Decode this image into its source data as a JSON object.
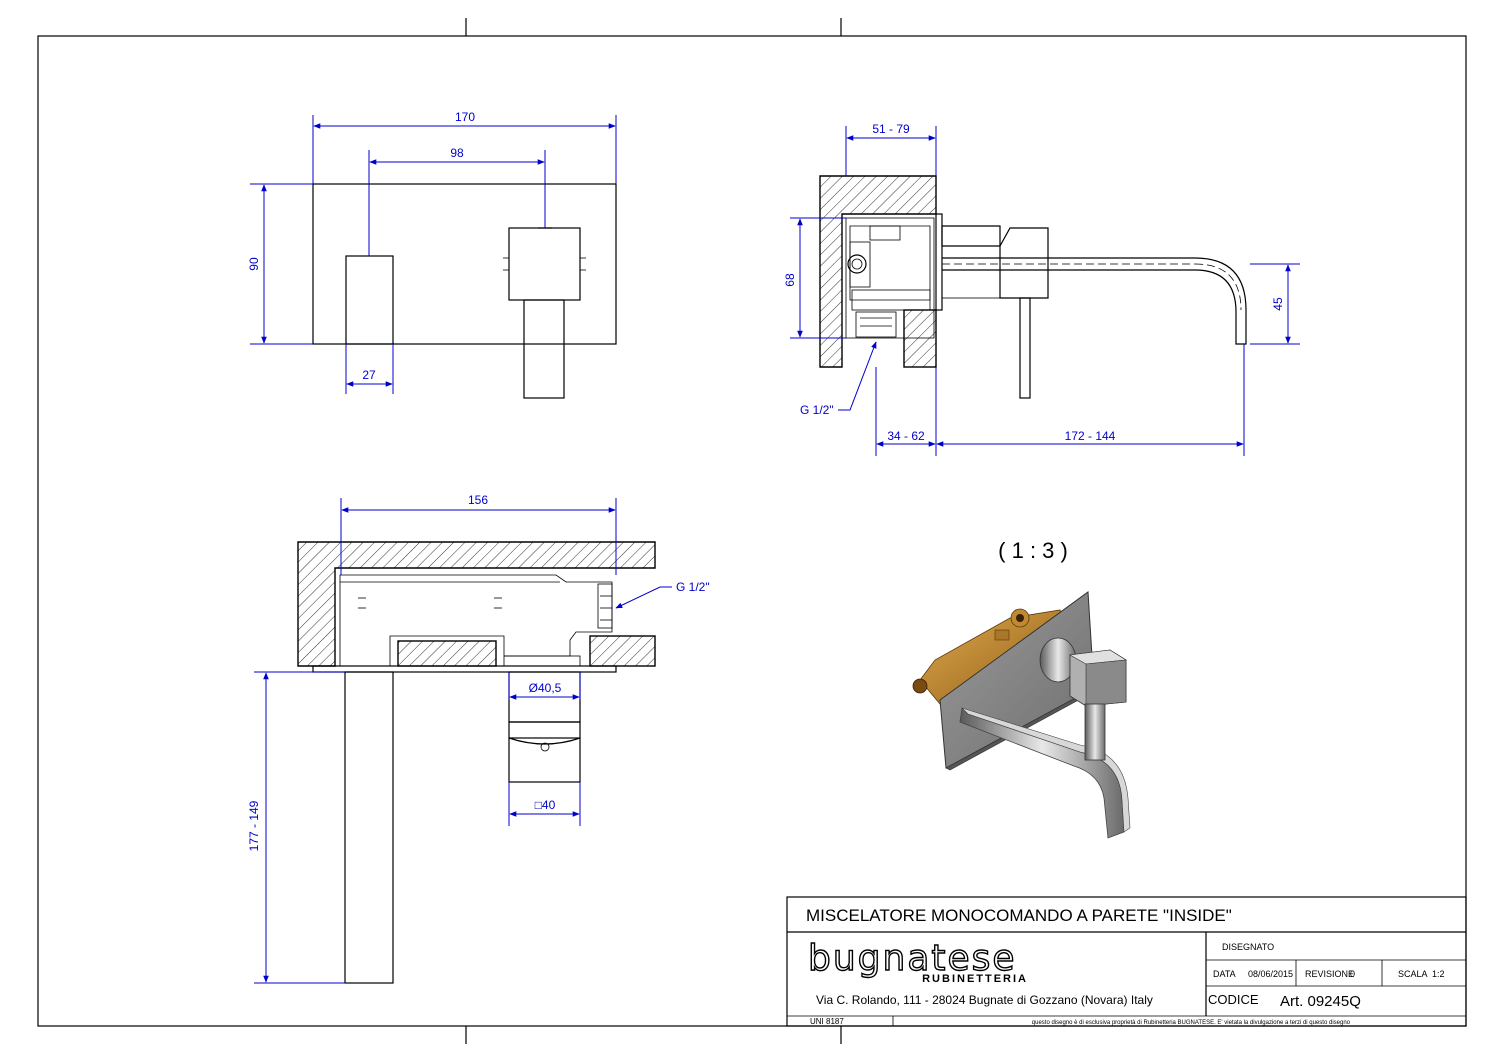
{
  "dimensions": {
    "front_width": "170",
    "front_spacing": "98",
    "front_height": "90",
    "front_width_small": "27",
    "side_depth": "51 - 79",
    "side_height": "68",
    "side_spout_drop": "45",
    "side_connection": "G 1/2\"",
    "side_wall_range": "34 - 62",
    "side_spout_reach": "172 - 144",
    "top_width": "156",
    "top_connection": "G 1/2\"",
    "top_diameter": "Ø40,5",
    "top_square": "□40",
    "top_length": "177 - 149"
  },
  "scale_label": "( 1 : 3 )",
  "title_block": {
    "title": "MISCELATORE MONOCOMANDO A PARETE \"INSIDE\"",
    "brand": "bugnatese",
    "brand_sub": "RUBINETTERIA",
    "address": "Via C. Rolando, 111 - 28024 Bugnate di Gozzano (Novara) Italy",
    "designed_label": "DISEGNATO",
    "date_label": "DATA",
    "date_value": "08/06/2015",
    "revision_label": "REVISIONE",
    "revision_value": "0",
    "scale_label": "SCALA",
    "scale_value": "1:2",
    "code_label": "CODICE",
    "code_value": "Art. 09245Q",
    "standard": "UNI 8187",
    "notice": "questo disegno è di esclusiva proprietà di Rubinetteria BUGNATESE. E' vietata la divulgazione a terzi di questo disegno"
  },
  "colors": {
    "dimension": "#0000cc",
    "line": "#000000",
    "brass": "#b07a2a",
    "chrome": "#9a9a9a"
  }
}
